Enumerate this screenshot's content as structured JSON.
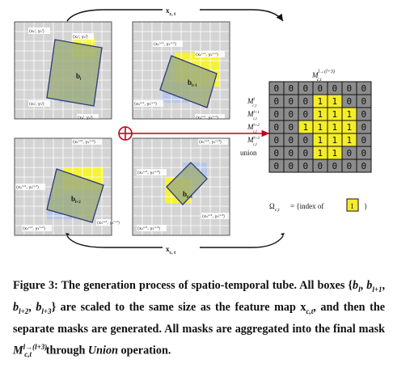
{
  "figure": {
    "top_label": "x",
    "top_label_sub": "c, t",
    "bottom_label": "x",
    "bottom_label_sub": "c, t",
    "panels": [
      {
        "box_label": "b",
        "box_sub": "l",
        "corners": [
          "(x₁ˡ, y₁ˡ)",
          "(x₂ˡ, y₂ˡ)",
          "(x₃ˡ, y₃ˡ)",
          "(x₄ˡ, y₄ˡ)"
        ]
      },
      {
        "box_label": "b",
        "box_sub": "l+1",
        "corners": [
          "(x₁ˡ⁺¹, y₁ˡ⁺¹)",
          "(x₂ˡ⁺¹, y₂ˡ⁺¹)",
          "(x₃ˡ⁺¹, y₃ˡ⁺¹)",
          "(x₄ˡ⁺¹, y₄ˡ⁺¹)"
        ]
      },
      {
        "box_label": "b",
        "box_sub": "l+2",
        "corners": [
          "(x₁ˡ⁺², y₁ˡ⁺²)",
          "(x₂ˡ⁺², y₂ˡ⁺²)",
          "(x₃ˡ⁺², y₃ˡ⁺²)",
          "(x₄ˡ⁺², y₄ˡ⁺²)"
        ]
      },
      {
        "box_label": "b",
        "box_sub": "l+3",
        "corners": [
          "(x₁ˡ⁺³, y₁ˡ⁺³)",
          "(x₂ˡ⁺³, y₂ˡ⁺³)",
          "(x₃ˡ⁺³, y₃ˡ⁺³)",
          "(x₄ˡ⁺³, y₄ˡ⁺³)"
        ]
      }
    ],
    "mask": {
      "title": "M",
      "title_sup": "l→(l+3)",
      "title_sub": "c,t",
      "rows": [
        {
          "label": "",
          "label_sup": "",
          "label_sub": "",
          "values": [
            0,
            0,
            0,
            0,
            0,
            0,
            0
          ]
        },
        {
          "label": "M",
          "label_sup": "l",
          "label_sub": "c,t",
          "values": [
            0,
            0,
            0,
            1,
            1,
            0,
            0
          ]
        },
        {
          "label": "M",
          "label_sup": "l+1",
          "label_sub": "c,t",
          "values": [
            0,
            0,
            0,
            1,
            1,
            1,
            0
          ]
        },
        {
          "label": "M",
          "label_sup": "l+2",
          "label_sub": "c,t",
          "values": [
            0,
            0,
            1,
            1,
            1,
            1,
            0
          ]
        },
        {
          "label": "M",
          "label_sup": "l+3",
          "label_sub": "c,t",
          "values": [
            0,
            0,
            0,
            1,
            1,
            1,
            0
          ]
        },
        {
          "label": "union",
          "label_sup": "",
          "label_sub": "",
          "values": [
            0,
            0,
            0,
            1,
            1,
            0,
            0
          ]
        },
        {
          "label": "",
          "label_sup": "",
          "label_sub": "",
          "values": [
            0,
            0,
            0,
            0,
            0,
            0,
            0
          ]
        }
      ]
    },
    "omega": {
      "symbol": "Ω",
      "sub": "c,t",
      "text_pre": "= {index of",
      "boxed": "1",
      "text_post": "}"
    },
    "colors": {
      "grid_fill": "#d4d4d4",
      "box_fill": "#9fae7e",
      "box_stroke": "#2e3a78",
      "yellow": "#f5f23a",
      "blue_tint": "#b9c6e6",
      "arrow_red": "#c0001a",
      "mask_cell": "#8c8c8c",
      "mask_one": "#f5ec2a"
    }
  },
  "caption": {
    "fig": "Figure 3:",
    "p1": " The generation process of spatio-temporal tube. All boxes {",
    "boxes": "b",
    "p2": "} are scaled to the same size as the feature map ",
    "xct": "x",
    "p3": ", and then the separate masks are generated. All masks are aggregated into the final mask ",
    "mask": "M",
    "p4": " through ",
    "union": "Union",
    "p5": " operation."
  }
}
